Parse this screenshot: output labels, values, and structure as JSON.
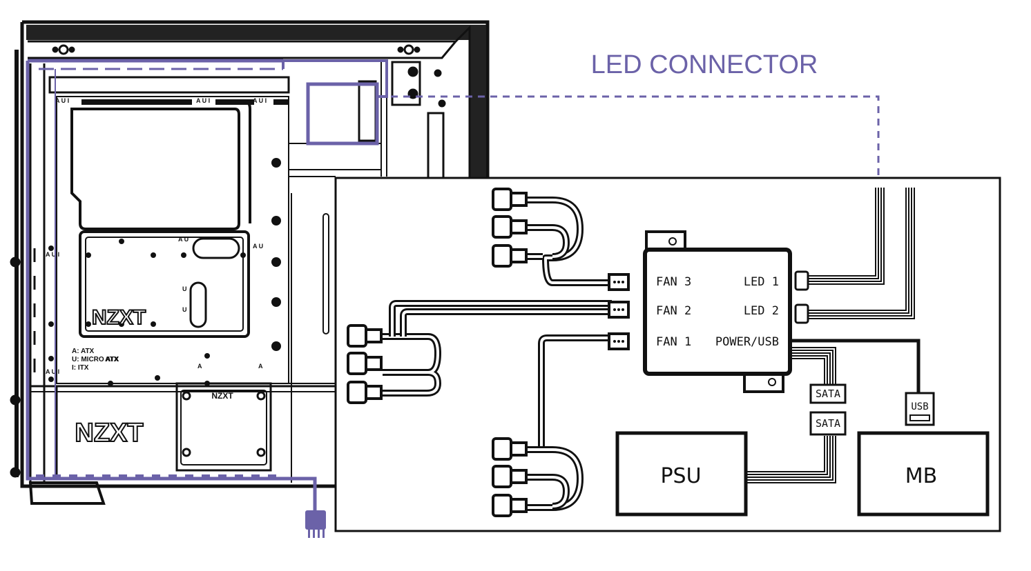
{
  "colors": {
    "line": "#111111",
    "accent": "#6b62a8",
    "background": "#ffffff"
  },
  "title": "LED CONNECTOR",
  "case": {
    "brand_upper": "NZXT",
    "brand_lower": "NZXT",
    "brand_small": "NZXT",
    "legend": [
      "A: ATX",
      "U: MICRO ATX",
      "I: ITX"
    ],
    "legend_atx": "ATX",
    "standoff_labels": [
      "A U I",
      "A U I",
      "A U I",
      "A U",
      "A U",
      "U",
      "U",
      "A",
      "A",
      "A U I",
      "A U I"
    ]
  },
  "hub": {
    "ports_left": [
      "FAN 3",
      "FAN 2",
      "FAN 1"
    ],
    "ports_right": [
      "LED 1",
      "LED 2",
      "POWER/USB"
    ]
  },
  "connectors": {
    "sata_top": "SATA",
    "sata_bottom": "SATA",
    "usb": "USB"
  },
  "components": {
    "psu": "PSU",
    "mb": "MB"
  }
}
